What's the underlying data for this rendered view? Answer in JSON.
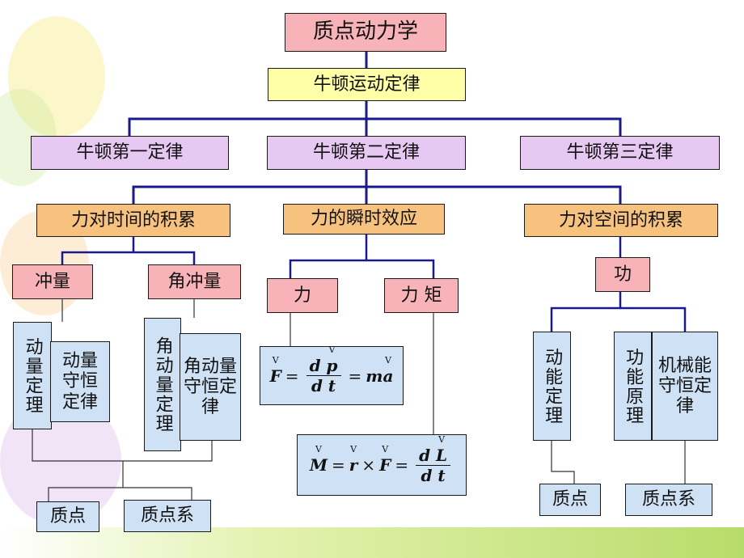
{
  "root": "质点动力学",
  "law": "牛顿运动定律",
  "laws": [
    "牛顿第一定律",
    "牛顿第二定律",
    "牛顿第三定律"
  ],
  "effects": [
    "力对时间的积累",
    "力的瞬时效应",
    "力对空间的积累"
  ],
  "time": {
    "impulse": "冲量",
    "angular_impulse": "角冲量",
    "momentum_theorem": "动量定理",
    "momentum_conservation": "动量守恒定律",
    "angular_momentum_theorem": "角动量定理",
    "angular_momentum_conservation": "角动量守恒定律",
    "particle": "质点",
    "system": "质点系"
  },
  "instant": {
    "force": "力",
    "torque": "力 矩"
  },
  "space": {
    "work": "功",
    "kinetic_theorem": "动能定理",
    "work_energy_principle": "功能原理",
    "mech_conservation": "机械能守恒定律",
    "particle": "质点",
    "system": "质点系"
  },
  "colors": {
    "pink": "#f7b3b8",
    "yellow": "#ffffa8",
    "lavender": "#e6c8f2",
    "orange": "#f7c27e",
    "blue": "#cfe2f5",
    "line": "#1a1a8c"
  }
}
